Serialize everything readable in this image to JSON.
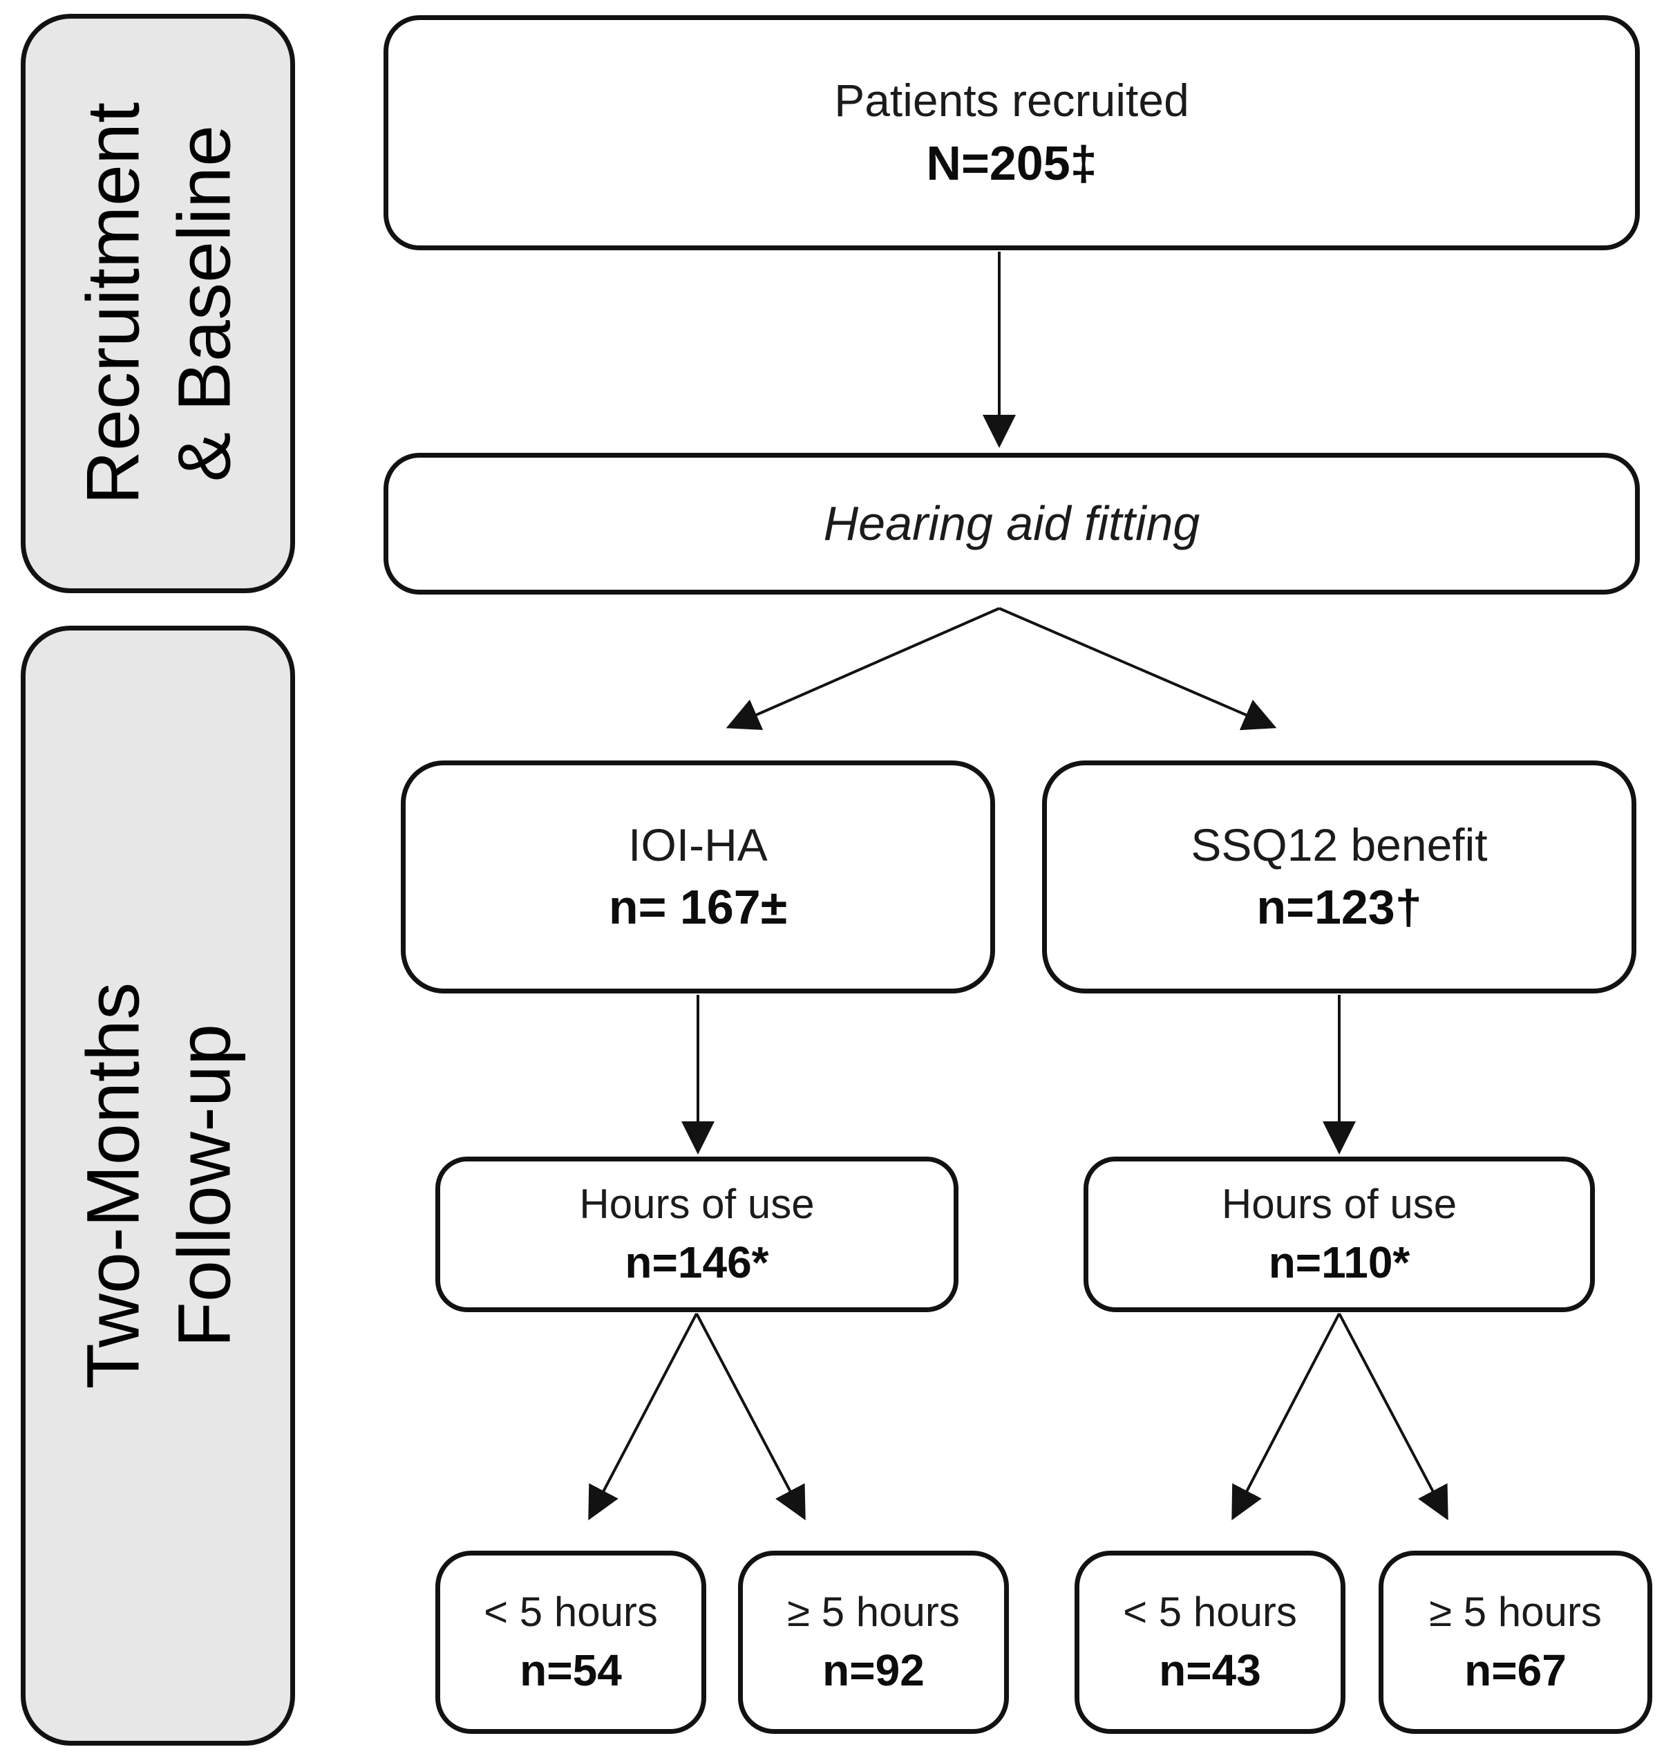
{
  "diagram": {
    "sidebar": {
      "sections": [
        {
          "name": "recruitment-baseline",
          "line1": "Recruitment",
          "line2": "& Baseline"
        },
        {
          "name": "two-months-follow-up",
          "line1": "Two-Months",
          "line2": "Follow-up"
        }
      ]
    },
    "nodes": {
      "patients": {
        "title": "Patients recruited",
        "count": "N=205‡"
      },
      "fitting": {
        "title": "Hearing aid fitting"
      },
      "ioiha": {
        "title": "IOI-HA",
        "count": "n= 167±"
      },
      "ssq12": {
        "title": "SSQ12 benefit",
        "count": "n=123†"
      },
      "hours_ioiha": {
        "title": "Hours of use",
        "count": "n=146*"
      },
      "hours_ssq12": {
        "title": "Hours of use",
        "count": "n=110*"
      },
      "lt5_ioiha": {
        "title": "< 5 hours",
        "count": "n=54"
      },
      "ge5_ioiha": {
        "title": "≥ 5 hours",
        "count": "n=92"
      },
      "lt5_ssq12": {
        "title": "< 5 hours",
        "count": "n=43"
      },
      "ge5_ssq12": {
        "title": "≥ 5 hours",
        "count": "n=67"
      }
    },
    "edges": [
      {
        "from": "patients",
        "to": "fitting"
      },
      {
        "from": "fitting",
        "to": "ioiha"
      },
      {
        "from": "fitting",
        "to": "ssq12"
      },
      {
        "from": "ioiha",
        "to": "hours_ioiha"
      },
      {
        "from": "ssq12",
        "to": "hours_ssq12"
      },
      {
        "from": "hours_ioiha",
        "to": "lt5_ioiha"
      },
      {
        "from": "hours_ioiha",
        "to": "ge5_ioiha"
      },
      {
        "from": "hours_ssq12",
        "to": "lt5_ssq12"
      },
      {
        "from": "hours_ssq12",
        "to": "ge5_ssq12"
      }
    ],
    "colors": {
      "sidebar_fill": "#e7e7e7",
      "node_fill": "#ffffff",
      "line": "#121212"
    }
  }
}
